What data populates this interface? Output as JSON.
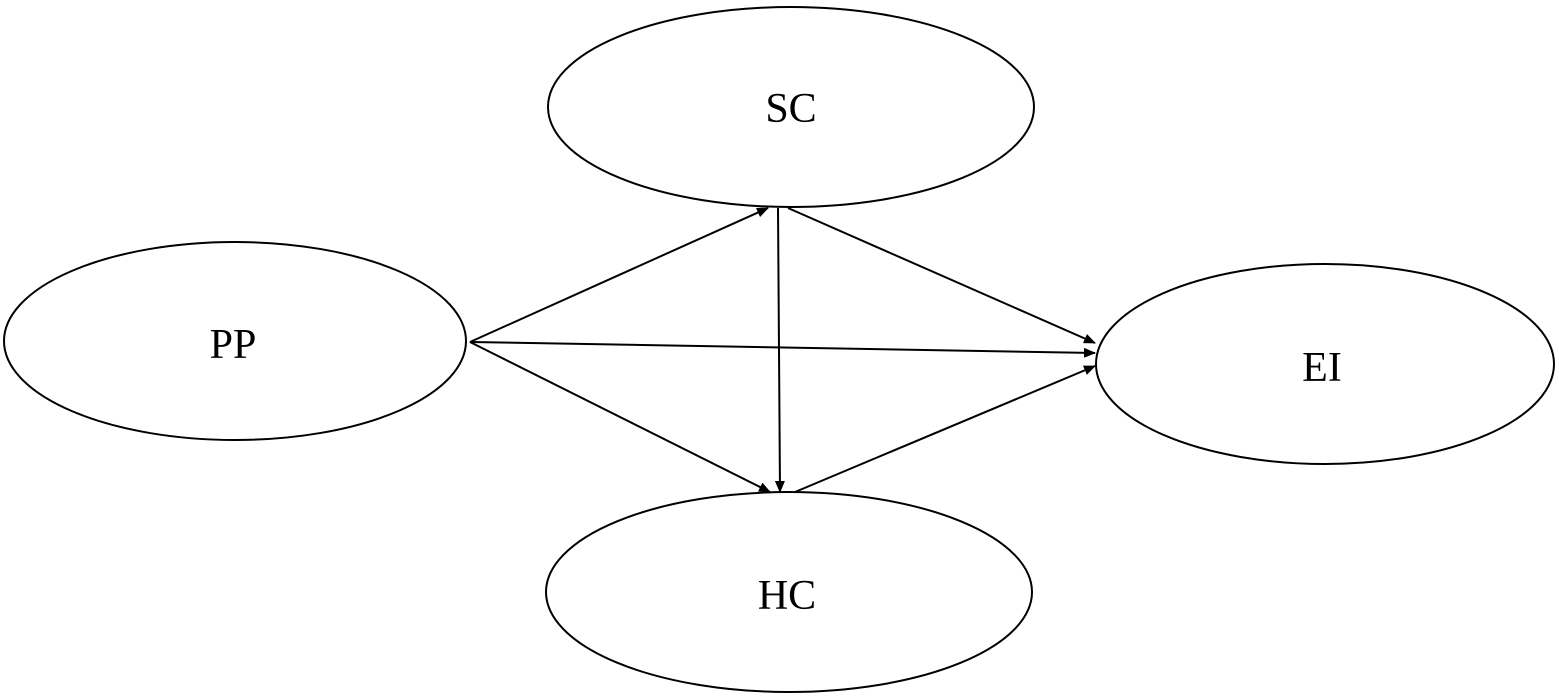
{
  "nodes": [
    {
      "id": "SC",
      "label": "SC"
    },
    {
      "id": "PP",
      "label": "PP"
    },
    {
      "id": "EI",
      "label": "EI"
    },
    {
      "id": "HC",
      "label": "HC"
    }
  ],
  "edges": [
    {
      "from": "PP",
      "to": "SC"
    },
    {
      "from": "PP",
      "to": "EI"
    },
    {
      "from": "PP",
      "to": "HC"
    },
    {
      "from": "SC",
      "to": "HC"
    },
    {
      "from": "SC",
      "to": "EI"
    },
    {
      "from": "HC",
      "to": "EI"
    }
  ],
  "colors": {
    "stroke": "#000000",
    "fill": "#ffffff",
    "background": "#ffffff"
  }
}
